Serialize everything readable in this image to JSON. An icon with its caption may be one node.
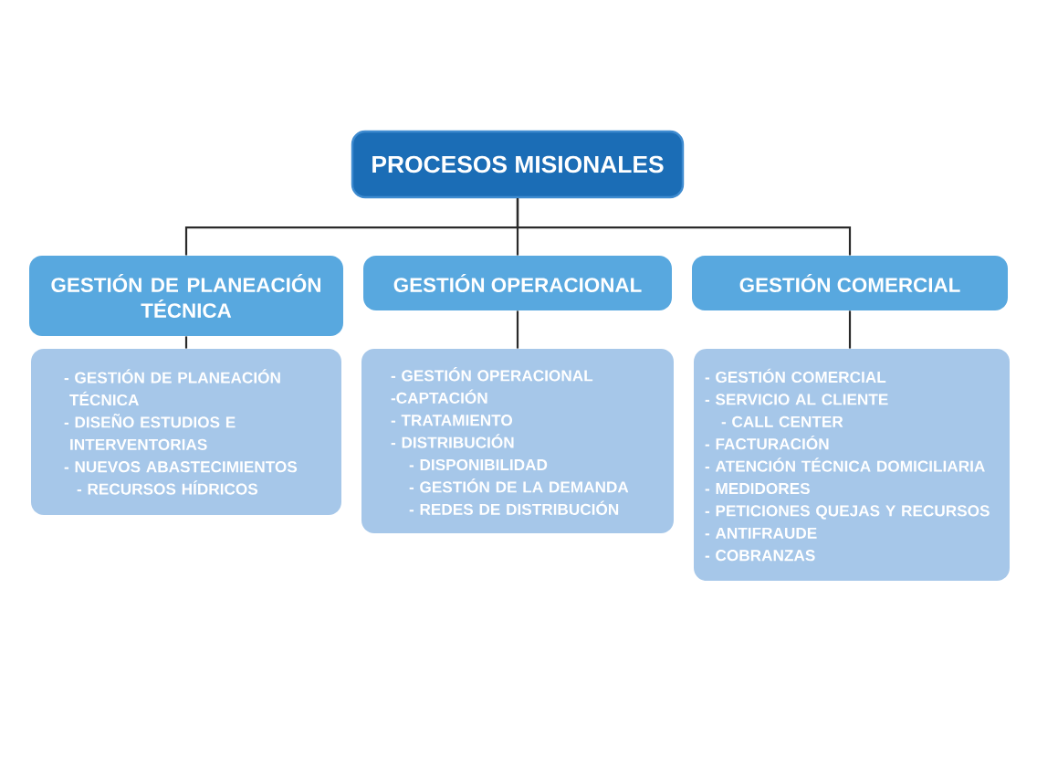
{
  "diagram": {
    "nodes": [
      {
        "text": [
          "PROCESOS MISIONALES"
        ]
      },
      {
        "text": [
          "GESTIÓN DE PLANEACIÓN TÉCNICA"
        ]
      },
      {
        "text": [
          "GESTIÓN OPERACIONAL"
        ]
      },
      {
        "text": [
          "GESTIÓN COMERCIAL"
        ]
      },
      {
        "text": [
          "- GESTIÓN DE PLANEACIÓN TÉCNICA",
          "- DISEÑO ESTUDIOS E INTERVENTORIAS",
          "- NUEVOS ABASTECIMIENTOS",
          "- RECURSOS HÍDRICOS"
        ]
      },
      {
        "text": [
          "- GESTIÓN OPERACIONAL",
          "-CAPTACIÓN",
          "- TRATAMIENTO",
          "- DISTRIBUCIÓN",
          "- DISPONIBILIDAD",
          "- GESTIÓN DE LA DEMANDA",
          "- REDES DE DISTRIBUCIÓN"
        ]
      },
      {
        "text": [
          "- GESTIÓN COMERCIAL",
          "- SERVICIO AL CLIENTE",
          "- CALL CENTER",
          "- FACTURACIÓN",
          "- ATENCIÓN TÉCNICA DOMICILIARIA",
          "- MEDIDORES",
          "- PETICIONES QUEJAS Y RECURSOS",
          "- ANTIFRAUDE",
          "- COBRANZAS"
        ]
      }
    ],
    "edges": [
      {
        "from": 0,
        "to": 1,
        "arrow": "none"
      },
      {
        "from": 0,
        "to": 2,
        "arrow": "none"
      },
      {
        "from": 0,
        "to": 3,
        "arrow": "none"
      },
      {
        "from": 1,
        "to": 4,
        "arrow": "none"
      },
      {
        "from": 2,
        "to": 5,
        "arrow": "none"
      },
      {
        "from": 3,
        "to": 6,
        "arrow": "none"
      }
    ]
  }
}
